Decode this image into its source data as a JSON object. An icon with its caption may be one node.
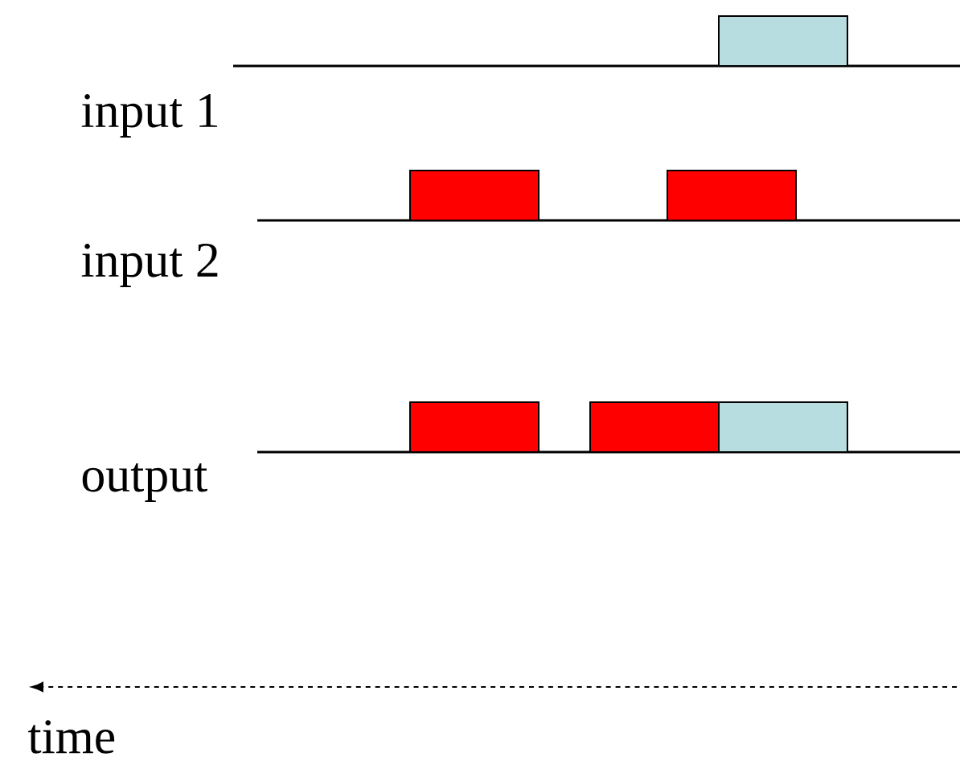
{
  "diagram": {
    "labels": [
      "input 1",
      "input 2",
      "output",
      "time"
    ]
  }
}
